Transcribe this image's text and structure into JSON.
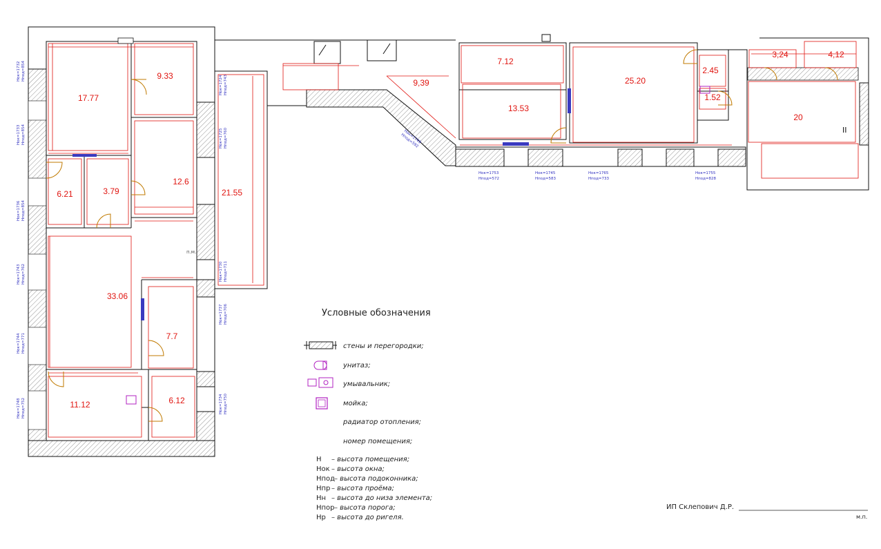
{
  "plan": {
    "rooms": [
      {
        "id": "r1",
        "area": "17.77"
      },
      {
        "id": "r2",
        "area": "9.33"
      },
      {
        "id": "r3",
        "area": "6.21"
      },
      {
        "id": "r4",
        "area": "3.79"
      },
      {
        "id": "r5",
        "area": "12.6"
      },
      {
        "id": "r6",
        "area": "21.55"
      },
      {
        "id": "r7",
        "area": "33.06"
      },
      {
        "id": "r8",
        "area": "7.7"
      },
      {
        "id": "r9",
        "area": "11.12"
      },
      {
        "id": "r10",
        "area": "6.12"
      },
      {
        "id": "r11",
        "area": "9,39"
      },
      {
        "id": "r12",
        "area": "7.12"
      },
      {
        "id": "r13",
        "area": "13.53"
      },
      {
        "id": "r14",
        "area": "25.20"
      },
      {
        "id": "r15",
        "area": "2.45"
      },
      {
        "id": "r16",
        "area": "1.52"
      },
      {
        "id": "r17",
        "area": "3,24"
      },
      {
        "id": "r18",
        "area": "4,12"
      },
      {
        "id": "r19",
        "area": "20"
      }
    ],
    "roman_numeral": "II",
    "pm_label": "п.м.",
    "window_labels": [
      {
        "top": "Нок=1732",
        "bottom": "Нпод=854"
      },
      {
        "top": "Нок=1733",
        "bottom": "Нпод=854"
      },
      {
        "top": "Нок=1736",
        "bottom": "Нпод=854"
      },
      {
        "top": "Нок=1743",
        "bottom": "Нпод=762"
      },
      {
        "top": "Нок=1744",
        "bottom": "Нпод=771"
      },
      {
        "top": "Нок=1748",
        "bottom": "Нпод=752"
      },
      {
        "top": "Нок=1724",
        "bottom": "Нпод=743"
      },
      {
        "top": "Нок=1725",
        "bottom": "Нпод=760"
      },
      {
        "top": "Нок=1730",
        "bottom": "Нпод=711"
      },
      {
        "top": "Нок=1737",
        "bottom": "Нпод=706"
      },
      {
        "top": "Нок=1734",
        "bottom": "Нпод=750"
      },
      {
        "top": "Нок=1749",
        "bottom": "Нпод=592"
      },
      {
        "top": "Нок=1753",
        "bottom": "Нпод=572"
      },
      {
        "top": "Нок=1745",
        "bottom": "Нпод=583"
      },
      {
        "top": "Нок=1765",
        "bottom": "Нпод=733"
      },
      {
        "top": "Нок=1755",
        "bottom": "Нпод=828"
      }
    ]
  },
  "legend": {
    "title": "Условные обозначения",
    "items": [
      {
        "icon": "wall-hatch-icon",
        "text": "стены и перегородки;"
      },
      {
        "icon": "toilet-icon",
        "text": "унитаз;"
      },
      {
        "icon": "washbasin-icon",
        "text": "умывальник;"
      },
      {
        "icon": "sink-icon",
        "text": "мойка;"
      },
      {
        "icon": "radiator-icon",
        "text": "радиатор отопления;"
      },
      {
        "icon": "room-number-icon",
        "text": "номер помещения;"
      }
    ],
    "heights": [
      {
        "sym": "Н",
        "text": "–  высота помещения;"
      },
      {
        "sym": "Нок",
        "text": "–  высота окна;"
      },
      {
        "sym": "Нпод",
        "text": "–  высота подоконника;"
      },
      {
        "sym": "Нпр",
        "text": "–  высота проёма;"
      },
      {
        "sym": "Нн",
        "text": "–  высота до низа элемента;"
      },
      {
        "sym": "Нпор",
        "text": "–  высота порога;"
      },
      {
        "sym": "Нр",
        "text": "–  высота до ригеля."
      }
    ]
  },
  "signature": {
    "name": "ИП Склепович Д.Р.",
    "stamp": "м.п."
  },
  "colors": {
    "dimension": "#e0140f",
    "window_text": "#3030c0",
    "fixture": "#b020c0",
    "door": "#c07a00"
  }
}
